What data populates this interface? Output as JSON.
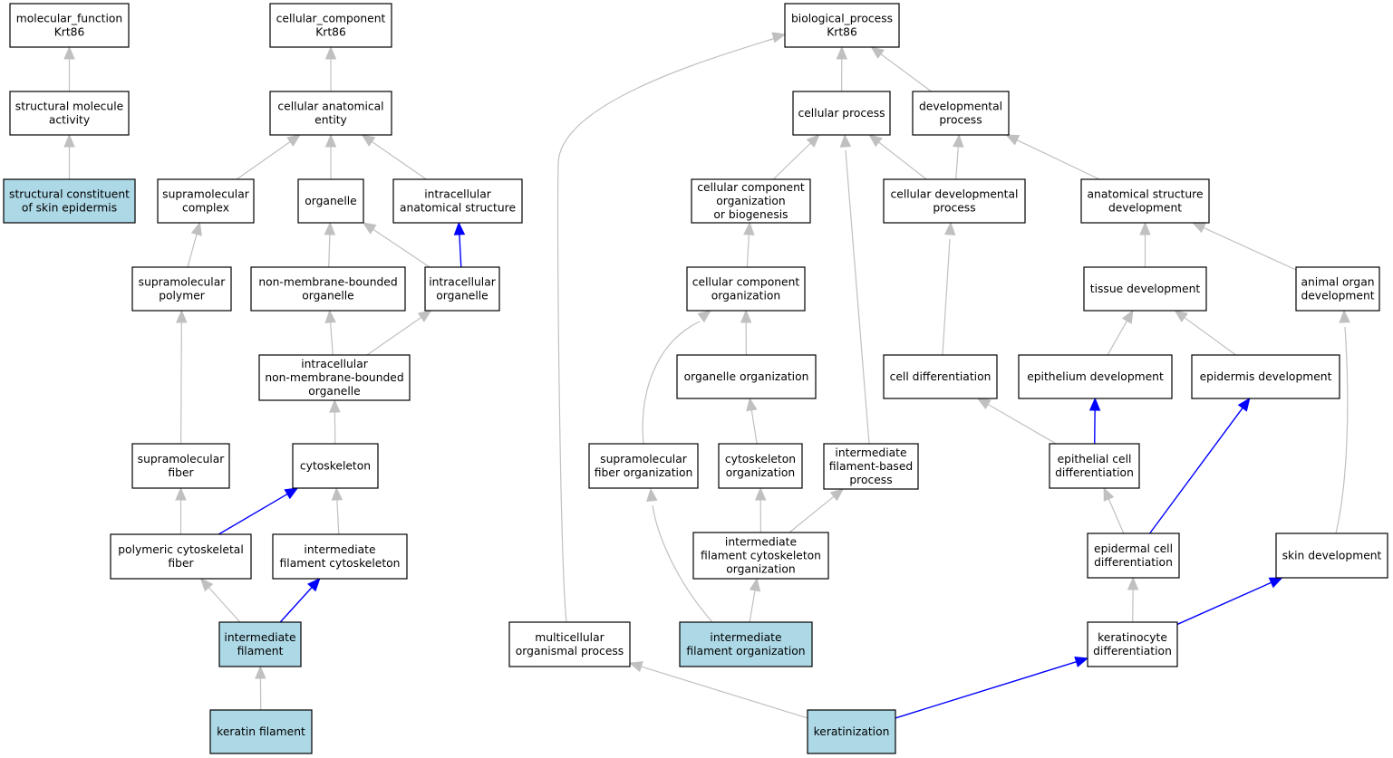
{
  "colors": {
    "highlight_fill": "#add8e6",
    "node_fill": "#ffffff",
    "is_a_edge": "#c0c0c0",
    "part_of_edge": "#0000ff"
  },
  "nodes": [
    {
      "id": "mf_root",
      "lines": [
        "molecular_function",
        "Krt86"
      ],
      "highlight": false
    },
    {
      "id": "smact",
      "lines": [
        "structural molecule",
        "activity"
      ],
      "highlight": false
    },
    {
      "id": "scse",
      "lines": [
        "structural constituent",
        "of skin epidermis"
      ],
      "highlight": true
    },
    {
      "id": "cc_root",
      "lines": [
        "cellular_component",
        "Krt86"
      ],
      "highlight": false
    },
    {
      "id": "cae",
      "lines": [
        "cellular anatomical",
        "entity"
      ],
      "highlight": false
    },
    {
      "id": "supcomplex",
      "lines": [
        "supramolecular",
        "complex"
      ],
      "highlight": false
    },
    {
      "id": "organelle",
      "lines": [
        "organelle"
      ],
      "highlight": false
    },
    {
      "id": "ias",
      "lines": [
        "intracellular",
        "anatomical structure"
      ],
      "highlight": false
    },
    {
      "id": "suppolymer",
      "lines": [
        "supramolecular",
        "polymer"
      ],
      "highlight": false
    },
    {
      "id": "nmbo",
      "lines": [
        "non-membrane-bounded",
        "organelle"
      ],
      "highlight": false
    },
    {
      "id": "intorg",
      "lines": [
        "intracellular",
        "organelle"
      ],
      "highlight": false
    },
    {
      "id": "inmbo",
      "lines": [
        "intracellular",
        "non-membrane-bounded",
        "organelle"
      ],
      "highlight": false
    },
    {
      "id": "supfiber",
      "lines": [
        "supramolecular",
        "fiber"
      ],
      "highlight": false
    },
    {
      "id": "cytoskeleton",
      "lines": [
        "cytoskeleton"
      ],
      "highlight": false
    },
    {
      "id": "pcf",
      "lines": [
        "polymeric cytoskeletal",
        "fiber"
      ],
      "highlight": false
    },
    {
      "id": "ifc",
      "lines": [
        "intermediate",
        "filament cytoskeleton"
      ],
      "highlight": false
    },
    {
      "id": "if",
      "lines": [
        "intermediate",
        "filament"
      ],
      "highlight": true
    },
    {
      "id": "kf",
      "lines": [
        "keratin filament"
      ],
      "highlight": true
    },
    {
      "id": "bp_root",
      "lines": [
        "biological_process",
        "Krt86"
      ],
      "highlight": false
    },
    {
      "id": "cellproc",
      "lines": [
        "cellular process"
      ],
      "highlight": false
    },
    {
      "id": "devproc",
      "lines": [
        "developmental",
        "process"
      ],
      "highlight": false
    },
    {
      "id": "ccob",
      "lines": [
        "cellular component",
        "organization",
        "or biogenesis"
      ],
      "highlight": false
    },
    {
      "id": "cdp",
      "lines": [
        "cellular developmental",
        "process"
      ],
      "highlight": false
    },
    {
      "id": "asd",
      "lines": [
        "anatomical structure",
        "development"
      ],
      "highlight": false
    },
    {
      "id": "cco",
      "lines": [
        "cellular component",
        "organization"
      ],
      "highlight": false
    },
    {
      "id": "tissuedev",
      "lines": [
        "tissue development"
      ],
      "highlight": false
    },
    {
      "id": "aod",
      "lines": [
        "animal organ",
        "development"
      ],
      "highlight": false
    },
    {
      "id": "orgorg",
      "lines": [
        "organelle organization"
      ],
      "highlight": false
    },
    {
      "id": "celldiff",
      "lines": [
        "cell differentiation"
      ],
      "highlight": false
    },
    {
      "id": "epidev",
      "lines": [
        "epithelium development"
      ],
      "highlight": false
    },
    {
      "id": "epiddev",
      "lines": [
        "epidermis development"
      ],
      "highlight": false
    },
    {
      "id": "sfo",
      "lines": [
        "supramolecular",
        "fiber organization"
      ],
      "highlight": false
    },
    {
      "id": "cso",
      "lines": [
        "cytoskeleton",
        "organization"
      ],
      "highlight": false
    },
    {
      "id": "ifbp",
      "lines": [
        "intermediate",
        "filament-based",
        "process"
      ],
      "highlight": false
    },
    {
      "id": "ecd",
      "lines": [
        "epithelial cell",
        "differentiation"
      ],
      "highlight": false
    },
    {
      "id": "ifcso",
      "lines": [
        "intermediate",
        "filament cytoskeleton",
        "organization"
      ],
      "highlight": false
    },
    {
      "id": "edcd",
      "lines": [
        "epidermal cell",
        "differentiation"
      ],
      "highlight": false
    },
    {
      "id": "skindev",
      "lines": [
        "skin development"
      ],
      "highlight": false
    },
    {
      "id": "mop",
      "lines": [
        "multicellular",
        "organismal process"
      ],
      "highlight": false
    },
    {
      "id": "ifo",
      "lines": [
        "intermediate",
        "filament organization"
      ],
      "highlight": true
    },
    {
      "id": "kd",
      "lines": [
        "keratinocyte",
        "differentiation"
      ],
      "highlight": false
    },
    {
      "id": "keratinization",
      "lines": [
        "keratinization"
      ],
      "highlight": true
    }
  ],
  "edges": [
    {
      "from": "smact",
      "to": "mf_root",
      "type": "is_a"
    },
    {
      "from": "scse",
      "to": "smact",
      "type": "is_a"
    },
    {
      "from": "cae",
      "to": "cc_root",
      "type": "is_a"
    },
    {
      "from": "supcomplex",
      "to": "cae",
      "type": "is_a"
    },
    {
      "from": "organelle",
      "to": "cae",
      "type": "is_a"
    },
    {
      "from": "ias",
      "to": "cae",
      "type": "is_a"
    },
    {
      "from": "suppolymer",
      "to": "supcomplex",
      "type": "is_a"
    },
    {
      "from": "nmbo",
      "to": "organelle",
      "type": "is_a"
    },
    {
      "from": "intorg",
      "to": "organelle",
      "type": "is_a"
    },
    {
      "from": "intorg",
      "to": "ias",
      "type": "part_of"
    },
    {
      "from": "inmbo",
      "to": "nmbo",
      "type": "is_a"
    },
    {
      "from": "inmbo",
      "to": "intorg",
      "type": "is_a"
    },
    {
      "from": "supfiber",
      "to": "suppolymer",
      "type": "is_a"
    },
    {
      "from": "cytoskeleton",
      "to": "inmbo",
      "type": "is_a"
    },
    {
      "from": "pcf",
      "to": "supfiber",
      "type": "is_a"
    },
    {
      "from": "pcf",
      "to": "cytoskeleton",
      "type": "part_of"
    },
    {
      "from": "ifc",
      "to": "cytoskeleton",
      "type": "is_a"
    },
    {
      "from": "if",
      "to": "pcf",
      "type": "is_a"
    },
    {
      "from": "if",
      "to": "ifc",
      "type": "part_of"
    },
    {
      "from": "kf",
      "to": "if",
      "type": "is_a"
    },
    {
      "from": "cellproc",
      "to": "bp_root",
      "type": "is_a"
    },
    {
      "from": "devproc",
      "to": "bp_root",
      "type": "is_a"
    },
    {
      "from": "mop",
      "to": "bp_root",
      "type": "is_a"
    },
    {
      "from": "ccob",
      "to": "cellproc",
      "type": "is_a"
    },
    {
      "from": "cdp",
      "to": "cellproc",
      "type": "is_a"
    },
    {
      "from": "cdp",
      "to": "devproc",
      "type": "is_a"
    },
    {
      "from": "asd",
      "to": "devproc",
      "type": "is_a"
    },
    {
      "from": "ifbp",
      "to": "cellproc",
      "type": "is_a"
    },
    {
      "from": "cco",
      "to": "ccob",
      "type": "is_a"
    },
    {
      "from": "celldiff",
      "to": "cdp",
      "type": "is_a"
    },
    {
      "from": "tissuedev",
      "to": "asd",
      "type": "is_a"
    },
    {
      "from": "aod",
      "to": "asd",
      "type": "is_a"
    },
    {
      "from": "orgorg",
      "to": "cco",
      "type": "is_a"
    },
    {
      "from": "sfo",
      "to": "cco",
      "type": "is_a"
    },
    {
      "from": "epidev",
      "to": "tissuedev",
      "type": "is_a"
    },
    {
      "from": "epiddev",
      "to": "tissuedev",
      "type": "is_a"
    },
    {
      "from": "cso",
      "to": "orgorg",
      "type": "is_a"
    },
    {
      "from": "ecd",
      "to": "celldiff",
      "type": "is_a"
    },
    {
      "from": "ecd",
      "to": "epidev",
      "type": "part_of"
    },
    {
      "from": "ifcso",
      "to": "cso",
      "type": "is_a"
    },
    {
      "from": "ifcso",
      "to": "ifbp",
      "type": "is_a"
    },
    {
      "from": "edcd",
      "to": "ecd",
      "type": "is_a"
    },
    {
      "from": "edcd",
      "to": "epiddev",
      "type": "part_of"
    },
    {
      "from": "skindev",
      "to": "aod",
      "type": "is_a"
    },
    {
      "from": "ifo",
      "to": "sfo",
      "type": "is_a"
    },
    {
      "from": "ifo",
      "to": "ifcso",
      "type": "is_a"
    },
    {
      "from": "kd",
      "to": "edcd",
      "type": "is_a"
    },
    {
      "from": "kd",
      "to": "skindev",
      "type": "part_of"
    },
    {
      "from": "keratinization",
      "to": "mop",
      "type": "is_a"
    },
    {
      "from": "keratinization",
      "to": "kd",
      "type": "part_of"
    }
  ]
}
